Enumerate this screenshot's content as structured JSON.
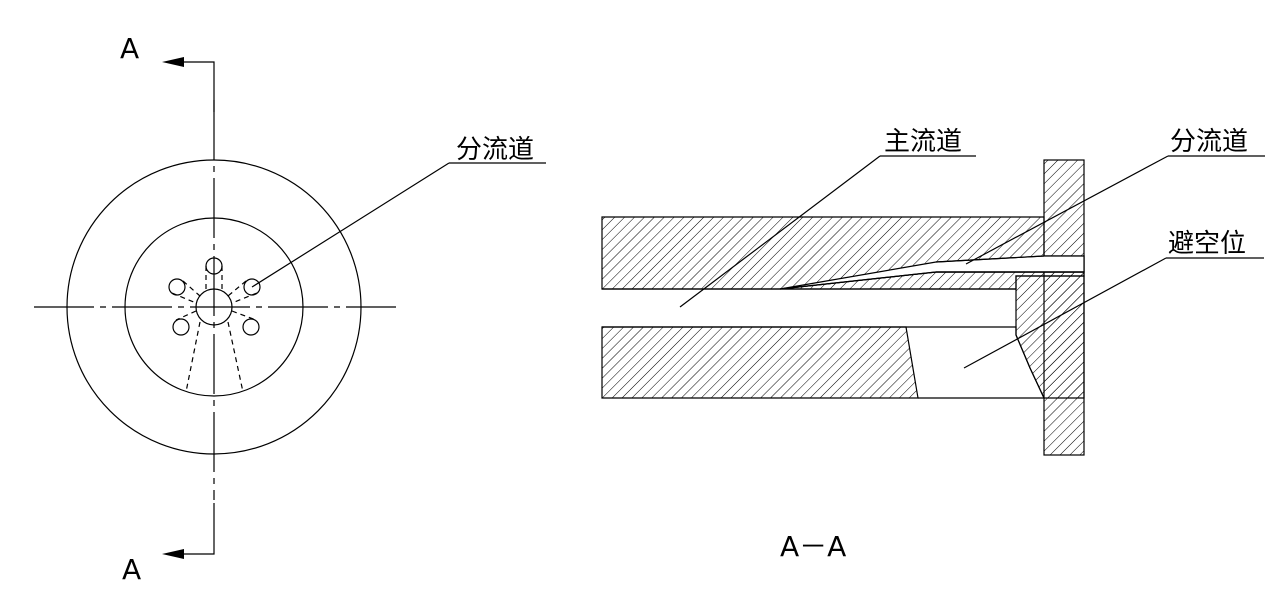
{
  "front_view": {
    "section_marker_top": "A",
    "section_marker_bottom": "A",
    "callout_branch_channel": "分流道"
  },
  "section_view": {
    "callout_main_channel": "主流道",
    "callout_branch_channel": "分流道",
    "callout_clearance": "避空位",
    "caption": "A－A"
  },
  "colors": {
    "line": "#000000",
    "background": "#ffffff"
  }
}
